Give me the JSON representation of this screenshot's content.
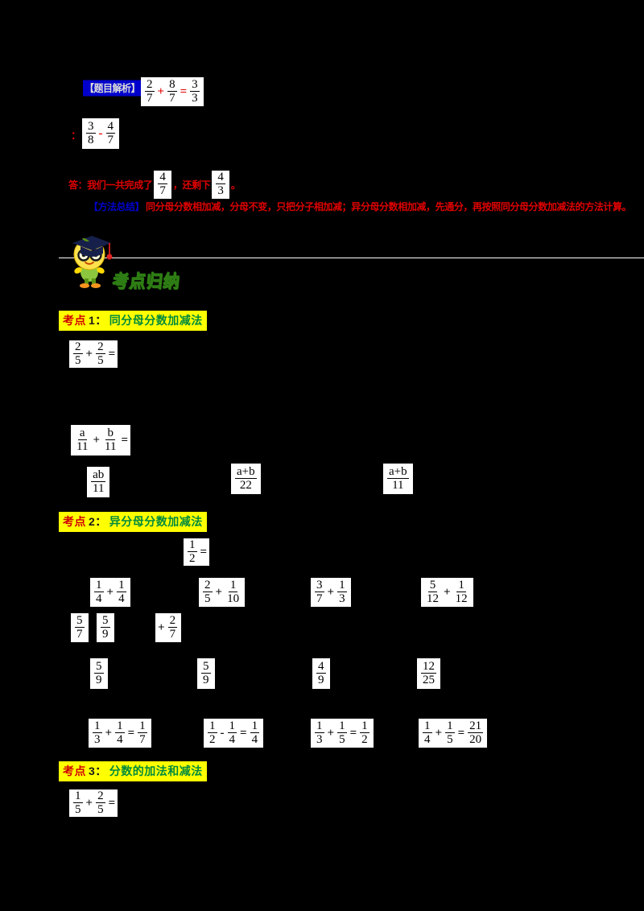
{
  "document": {
    "title": "分数加减法 考点归纳",
    "background_color": "#000000",
    "accent_yellow": "#ffff00",
    "accent_red": "#e00000",
    "accent_blue": "#0000cc",
    "accent_green": "#4caf28"
  },
  "intro": {
    "example_tag": "【题目解析】",
    "line1": {
      "a_num": "2",
      "a_den": "7",
      "op1": "+",
      "b_num": "8",
      "b_den": "7",
      "eq": "=",
      "c_num": "3",
      "c_den": "3"
    },
    "line2": {
      "lead": "：",
      "a_num": "3",
      "a_den": "8",
      "op": "-",
      "b_num": "4",
      "b_den": "7"
    },
    "line3": {
      "text_before": "答：我们一共完成了",
      "a_num": "4",
      "a_den": "7",
      "text_mid": "，还剩下",
      "b_num": "4",
      "b_den": "3",
      "text_after": "。"
    },
    "rule_tag": "【方法总结】",
    "rule_text": "同分母分数相加减，分母不变，只把分子相加减；异分母分数相加减，先通分，再按照同分母分数加减法的方法计算。"
  },
  "mascot": {
    "label": "graduation-cap-character"
  },
  "wordart": {
    "text": "考点归纳"
  },
  "sections": [
    {
      "header_prefix": "考点",
      "header_number": "1：",
      "header_title": "同分母分数加减法",
      "question": {
        "a_num": "2",
        "a_den": "5",
        "op": "+",
        "b_num": "2",
        "b_den": "5",
        "eq": "="
      },
      "problem2": {
        "a_num": "a",
        "a_den": "11",
        "op": "+",
        "b_num": "b",
        "b_den": "11",
        "eq": "="
      },
      "options": [
        {
          "num": "ab",
          "den": "11"
        },
        {
          "num": "a+b",
          "den": "22"
        },
        {
          "num": "a+b",
          "den": "11"
        }
      ]
    },
    {
      "header_prefix": "考点",
      "header_number": "2：",
      "header_title": "异分母分数加减法",
      "result": {
        "num": "1",
        "den": "2",
        "eq": "="
      },
      "options_row1": [
        {
          "a_num": "1",
          "a_den": "4",
          "op": "+",
          "b_num": "1",
          "b_den": "4"
        },
        {
          "a_num": "2",
          "a_den": "5",
          "op": "+",
          "b_num": "1",
          "b_den": "10"
        },
        {
          "a_num": "3",
          "a_den": "7",
          "op": "+",
          "b_num": "1",
          "b_den": "3"
        },
        {
          "a_num": "5",
          "a_den": "12",
          "op": "+",
          "b_num": "1",
          "b_den": "12"
        }
      ],
      "question2": [
        {
          "num": "5",
          "den": "7"
        },
        {
          "num": "5",
          "den": "9"
        },
        {
          "num": "2",
          "den": "7",
          "op": "+"
        }
      ],
      "options_row2": [
        {
          "num": "5",
          "den": "9"
        },
        {
          "num": "5",
          "den": "9"
        },
        {
          "num": "4",
          "den": "9"
        },
        {
          "num": "12",
          "den": "25"
        }
      ],
      "options_row3": [
        {
          "a_num": "1",
          "a_den": "3",
          "op1": "+",
          "b_num": "1",
          "b_den": "4",
          "eq": "=",
          "c_num": "1",
          "c_den": "7"
        },
        {
          "a_num": "1",
          "a_den": "2",
          "op1": "-",
          "b_num": "1",
          "b_den": "4",
          "eq": "=",
          "c_num": "1",
          "c_den": "4"
        },
        {
          "a_num": "1",
          "a_den": "3",
          "op1": "+",
          "b_num": "1",
          "b_den": "5",
          "eq": "=",
          "c_num": "1",
          "c_den": "2"
        },
        {
          "a_num": "1",
          "a_den": "4",
          "op1": "+",
          "b_num": "1",
          "b_den": "5",
          "eq": "=",
          "c_num": "21",
          "c_den": "20"
        }
      ]
    },
    {
      "header_prefix": "考点",
      "header_number": "3：",
      "header_title": "分数的加法和减法",
      "question": {
        "a_num": "1",
        "a_den": "5",
        "op": "+",
        "b_num": "2",
        "b_den": "5",
        "eq": "="
      }
    }
  ]
}
